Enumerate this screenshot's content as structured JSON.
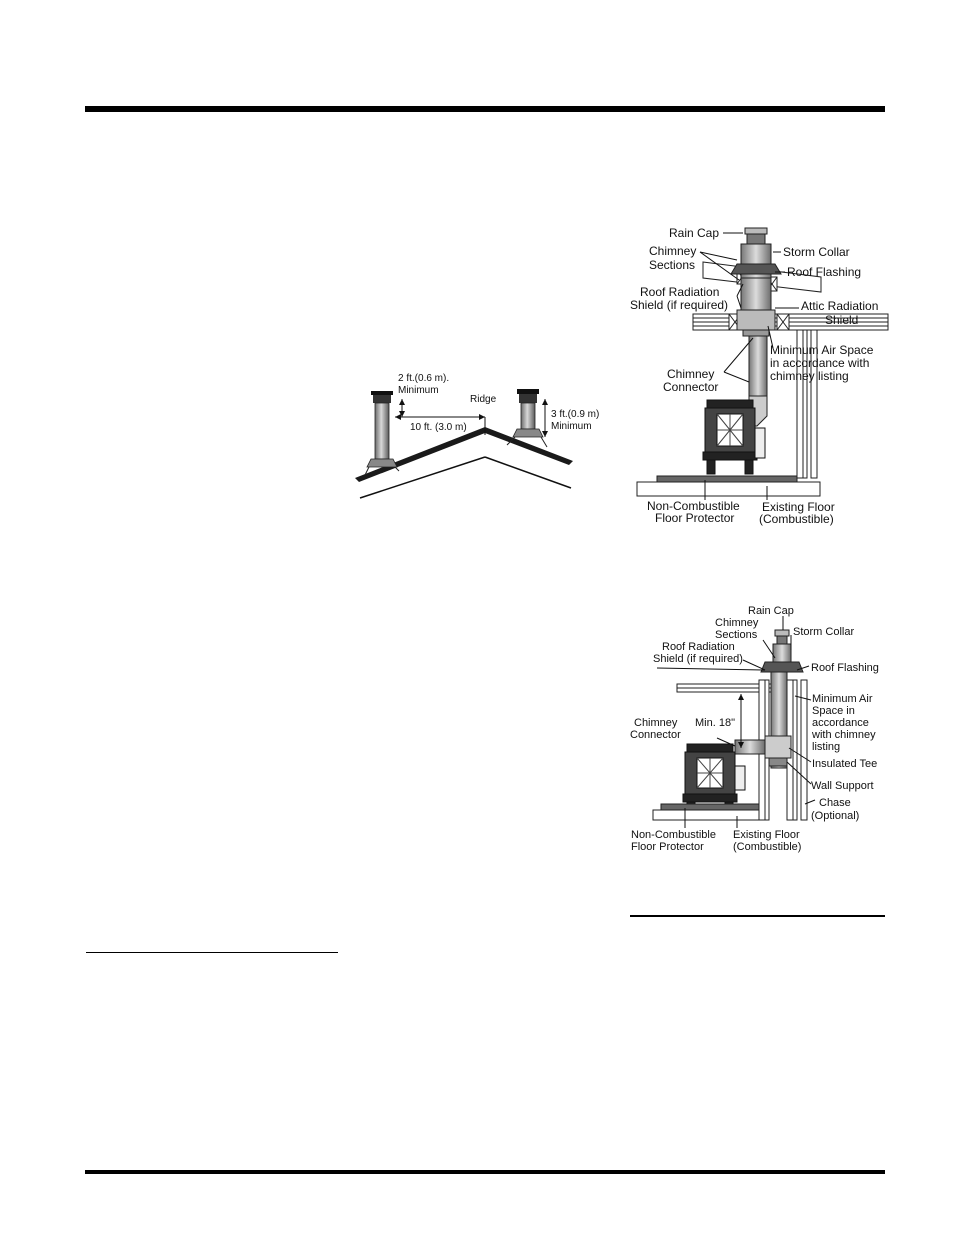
{
  "ridge_diagram": {
    "left_dim_1": "2 ft.(0.6 m).",
    "left_dim_2": "Minimum",
    "ridge": "Ridge",
    "horizontal_dim": "10 ft. (3.0 m)",
    "right_dim_1": "3 ft.(0.9 m)",
    "right_dim_2": "Minimum"
  },
  "attic_install": {
    "rain_cap": "Rain Cap",
    "chimney_sections_1": "Chimney",
    "chimney_sections_2": "Sections",
    "storm_collar": "Storm Collar",
    "roof_flashing": "Roof Flashing",
    "roof_radiation_1": "Roof Radiation",
    "roof_radiation_2": "Shield (if required)",
    "attic_radiation_1": "Attic Radiation",
    "attic_radiation_2": "Shield",
    "min_air_1": "Minimum Air Space",
    "min_air_2": "in accordance with",
    "min_air_3": "chimney listing",
    "connector_1": "Chimney",
    "connector_2": "Connector",
    "floor_protector_1": "Non-Combustible",
    "floor_protector_2": "Floor Protector",
    "existing_floor_1": "Existing Floor",
    "existing_floor_2": "(Combustible)"
  },
  "wall_install": {
    "rain_cap": "Rain Cap",
    "chimney_sections_1": "Chimney",
    "chimney_sections_2": "Sections",
    "storm_collar": "Storm Collar",
    "roof_radiation_1": "Roof Radiation",
    "roof_radiation_2": "Shield (if required)",
    "roof_flashing": "Roof Flashing",
    "min_air_1": "Minimum Air",
    "min_air_2": "Space in",
    "min_air_3": "accordance",
    "min_air_4": "with chimney",
    "min_air_5": "listing",
    "min_18": "Min. 18\"",
    "connector_1": "Chimney",
    "connector_2": "Connector",
    "insulated_tee": "Insulated Tee",
    "wall_support": "Wall Support",
    "chase_1": "Chase",
    "chase_2": "(Optional)",
    "floor_protector_1": "Non-Combustible",
    "floor_protector_2": "Floor Protector",
    "existing_floor_1": "Existing Floor",
    "existing_floor_2": "(Combustible)"
  }
}
